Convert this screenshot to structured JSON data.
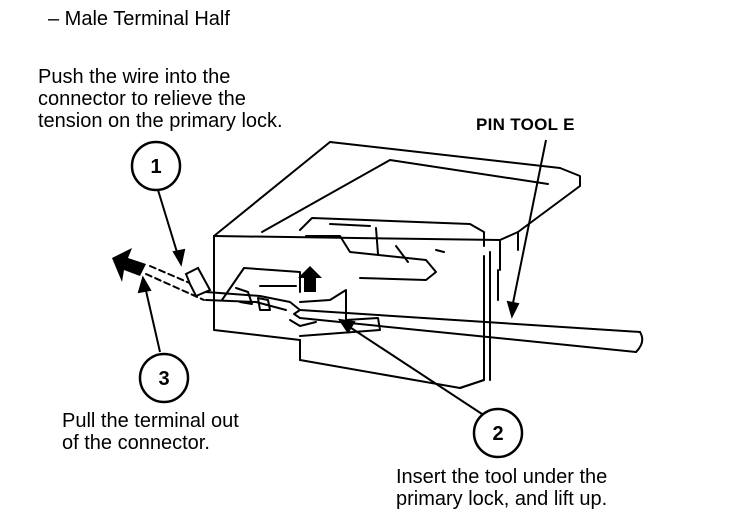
{
  "title": "– Male Terminal Half",
  "tool_label": "PIN TOOL E",
  "steps": [
    {
      "number": "1",
      "text": "Push the wire into the\nconnector to relieve the\ntension on the primary lock."
    },
    {
      "number": "2",
      "text": "Insert the tool under the\nprimary lock, and lift up."
    },
    {
      "number": "3",
      "text": "Pull the terminal out\nof the connector."
    }
  ]
}
